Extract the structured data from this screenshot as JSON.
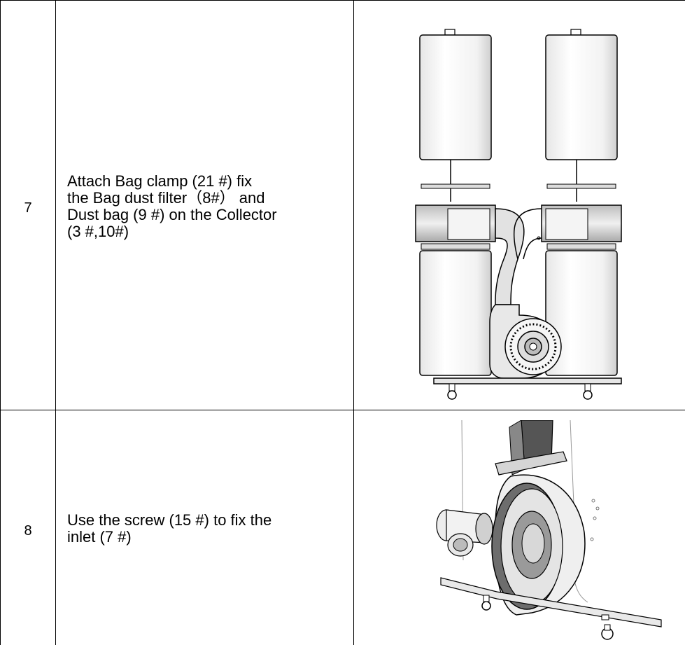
{
  "steps": [
    {
      "number": "7",
      "text": "Attach Bag clamp (21 #) fix\nthe Bag dust filter（8#） and\nDust bag (9 #) on the Collector\n(3 #,10#)"
    },
    {
      "number": "8",
      "text": "Use the screw (15 #) to fix the\ninlet (7 #)"
    }
  ]
}
